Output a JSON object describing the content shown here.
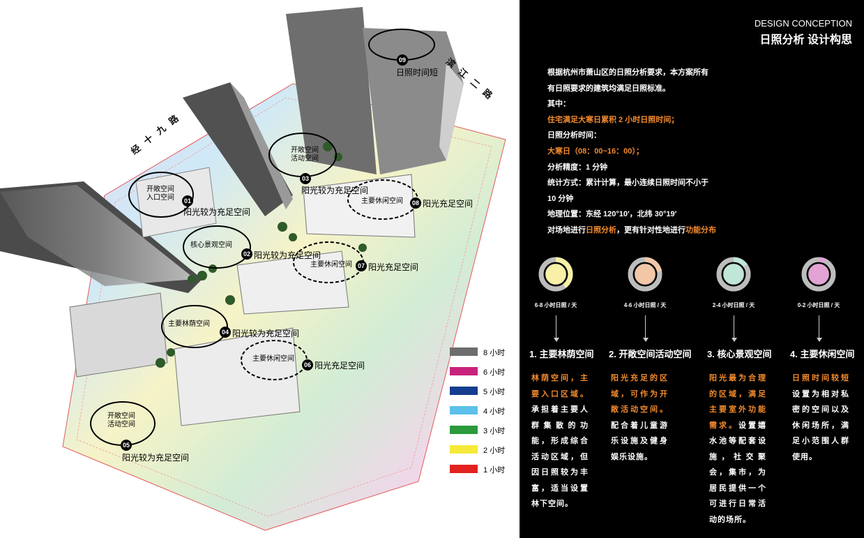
{
  "header": {
    "en": "DESIGN CONCEPTION",
    "cn": "日照分析 设计构思"
  },
  "intro": [
    {
      "parts": [
        {
          "t": "根据杭州市萧山区的日照分析要求，本方案所有",
          "o": false
        }
      ]
    },
    {
      "parts": [
        {
          "t": "有日照要求的建筑均满足日照标准。",
          "o": false
        }
      ]
    },
    {
      "parts": [
        {
          "t": "其中：",
          "o": false
        }
      ]
    },
    {
      "parts": [
        {
          "t": "住宅满足大寒日累积 2 小时日照时间；",
          "o": true
        }
      ]
    },
    {
      "parts": [
        {
          "t": "日照分析时间：",
          "o": false
        }
      ]
    },
    {
      "parts": [
        {
          "t": "大寒日（08：00~16：00）；",
          "o": true
        }
      ]
    },
    {
      "parts": [
        {
          "t": "分析精度：1 分钟",
          "o": false
        }
      ]
    },
    {
      "parts": [
        {
          "t": "统计方式：累计计算，最小连续日照时间不小于",
          "o": false
        }
      ]
    },
    {
      "parts": [
        {
          "t": "10 分钟",
          "o": false
        }
      ]
    },
    {
      "parts": [
        {
          "t": "地理位置：东经 120°10′，北纬 30°19′",
          "o": false
        }
      ]
    },
    {
      "parts": [
        {
          "t": "对场地进行",
          "o": false
        },
        {
          "t": "日照分析",
          "o": true
        },
        {
          "t": "，更有针对性地进行",
          "o": false
        },
        {
          "t": "功能分布",
          "o": true
        }
      ]
    }
  ],
  "donuts": [
    {
      "label": "6-8 小时日照 / 天",
      "fill": "#f7f0a6",
      "sweep": 0.4
    },
    {
      "label": "4-6 小时日照 / 天",
      "fill": "#f2c7a8",
      "sweep": 0.22
    },
    {
      "label": "2-4 小时日照 / 天",
      "fill": "#bfe6d6",
      "sweep": 0.15
    },
    {
      "label": "0-2 小时日照 / 天",
      "fill": "#e3a3d4",
      "sweep": 0.07
    }
  ],
  "columns": [
    {
      "title": "1. 主要林荫空间",
      "body": [
        {
          "t": "林荫空间，主要入口区域。",
          "o": true
        },
        {
          "t": "承担着主要人群集散的功能，形成综合活动区域，但因日照较为丰富，适当设置林下空间。",
          "o": false
        }
      ]
    },
    {
      "title": "2. 开敞空间活动空间",
      "body": [
        {
          "t": "阳光充足的区域，可作为开敞活动空间。",
          "o": true
        },
        {
          "t": "配合着儿童游乐设施及健身娱乐设施。",
          "o": false
        }
      ]
    },
    {
      "title": "3. 核心景观空间",
      "body": [
        {
          "t": "阳光最为合理的区域，满足主要室外功能需求。",
          "o": true
        },
        {
          "t": "设置嬉水池等配套设施，社交聚会，集市，为居民提供一个可进行日常活动的场所。",
          "o": false
        }
      ]
    },
    {
      "title": "4. 主要休闲空间",
      "body": [
        {
          "t": "日照时间较短",
          "o": true
        },
        {
          "t": "设置为相对私密的空间以及休闲场所，满足小范围人群使用。",
          "o": false
        }
      ]
    }
  ],
  "legend": [
    {
      "label": "8 小时",
      "color": "#6d6d6d"
    },
    {
      "label": "6 小时",
      "color": "#c8227a"
    },
    {
      "label": "5 小时",
      "color": "#143e8f"
    },
    {
      "label": "4 小时",
      "color": "#5bc0ea"
    },
    {
      "label": "3 小时",
      "color": "#2a9a3a"
    },
    {
      "label": "2 小时",
      "color": "#f4ea3a"
    },
    {
      "label": "1 小时",
      "color": "#e3221f"
    }
  ],
  "roads": {
    "west": "经十九路",
    "east": "滨江二路"
  },
  "annotations": {
    "c01_label": "开敞空间\n入口空间",
    "n01": "01",
    "t01": "阳光较为充足空间",
    "c02_label": "核心景观空间",
    "n02": "02",
    "t02": "阳光较为充足空间",
    "c03_label": "开敞空间\n活动空间",
    "n03": "03",
    "t03": "阳光较为充足空间",
    "c04_label": "主要林荫空间",
    "n04": "04",
    "t04": "阳光较为充足空间",
    "c05_label": "开敞空间\n活动空间",
    "n05": "05",
    "t05": "阳光较为充足空间",
    "c06_label": "主要休闲空间",
    "n06": "06",
    "t06": "阳光充足空间",
    "c07_label": "主要休闲空间",
    "n07": "07",
    "t07": "阳光充足空间",
    "c08_label": "主要休闲空间",
    "n08": "08",
    "t08": "阳光充足空间",
    "n09": "09",
    "t09": "日照时间短"
  }
}
